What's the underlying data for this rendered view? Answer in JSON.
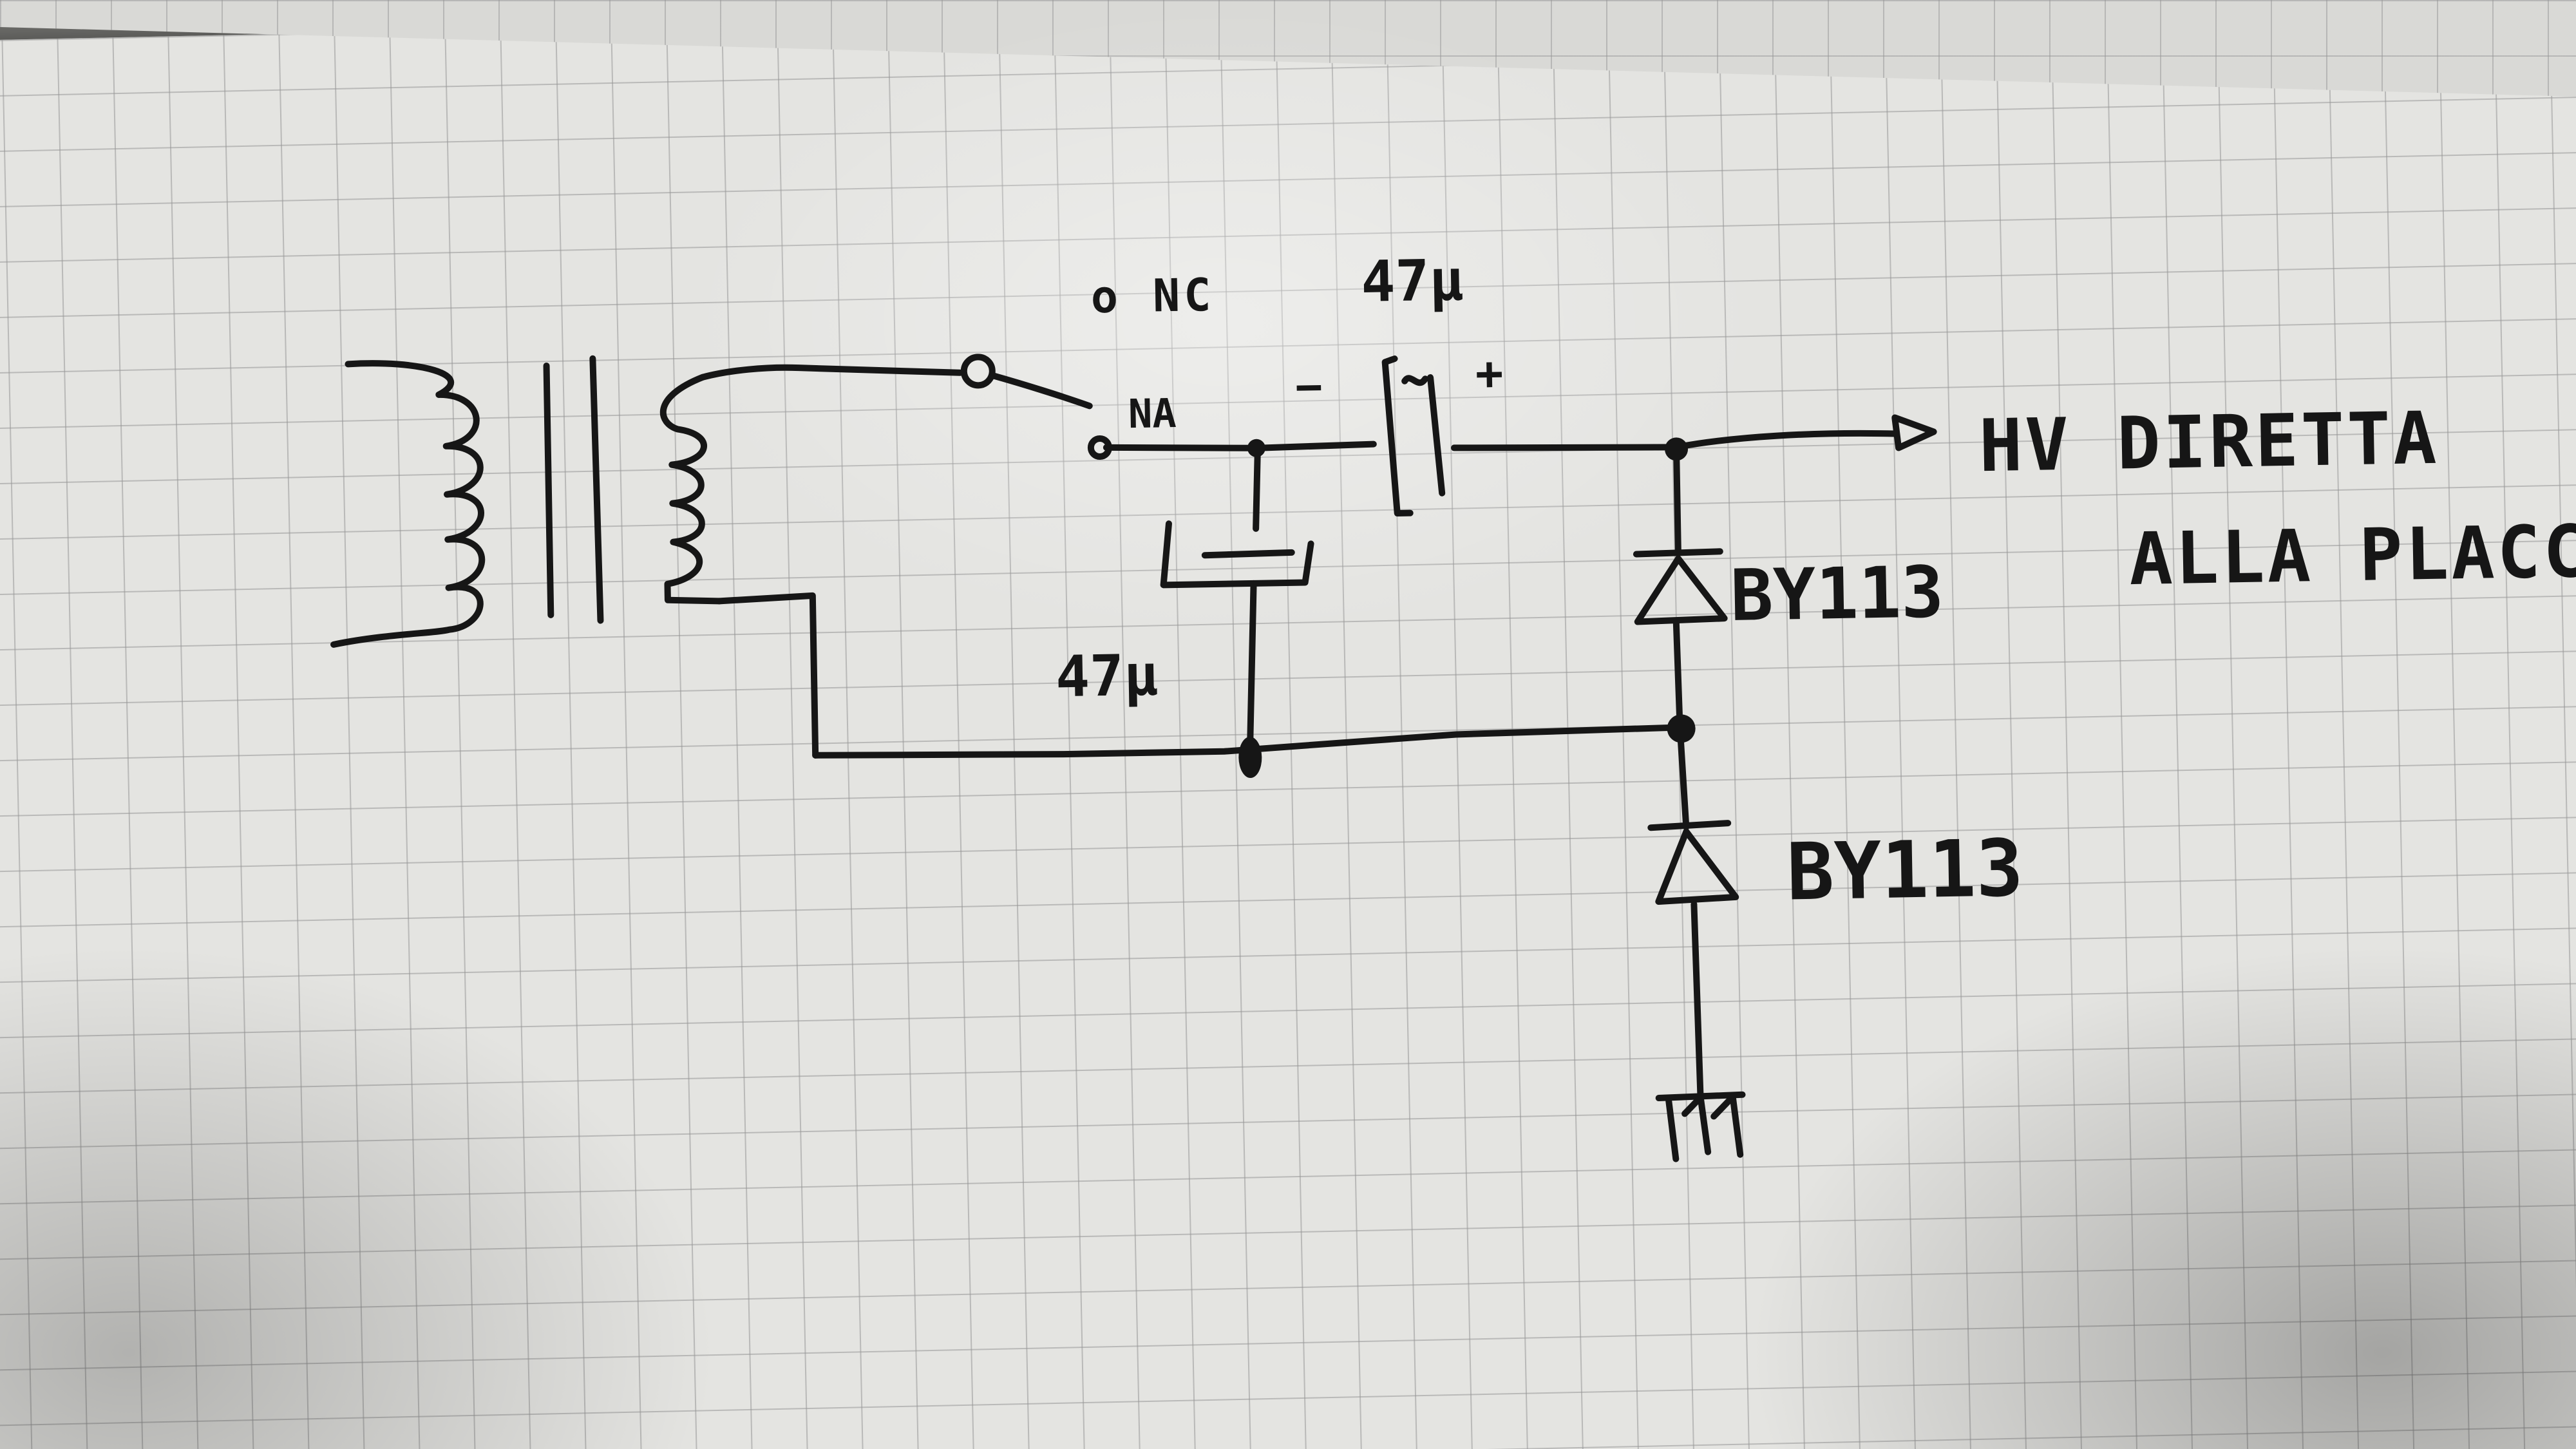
{
  "labels": {
    "switch_nc": "o NC",
    "switch_na": "NA",
    "cap_series_value": "47µ",
    "cap_minus": "−",
    "cap_plus": "+",
    "cap_shunt_value": "47µ",
    "diode_upper": "BY113",
    "diode_lower": "BY113",
    "output_line1": "HV DIRETTA",
    "output_line2": "ALLA PLACC"
  }
}
